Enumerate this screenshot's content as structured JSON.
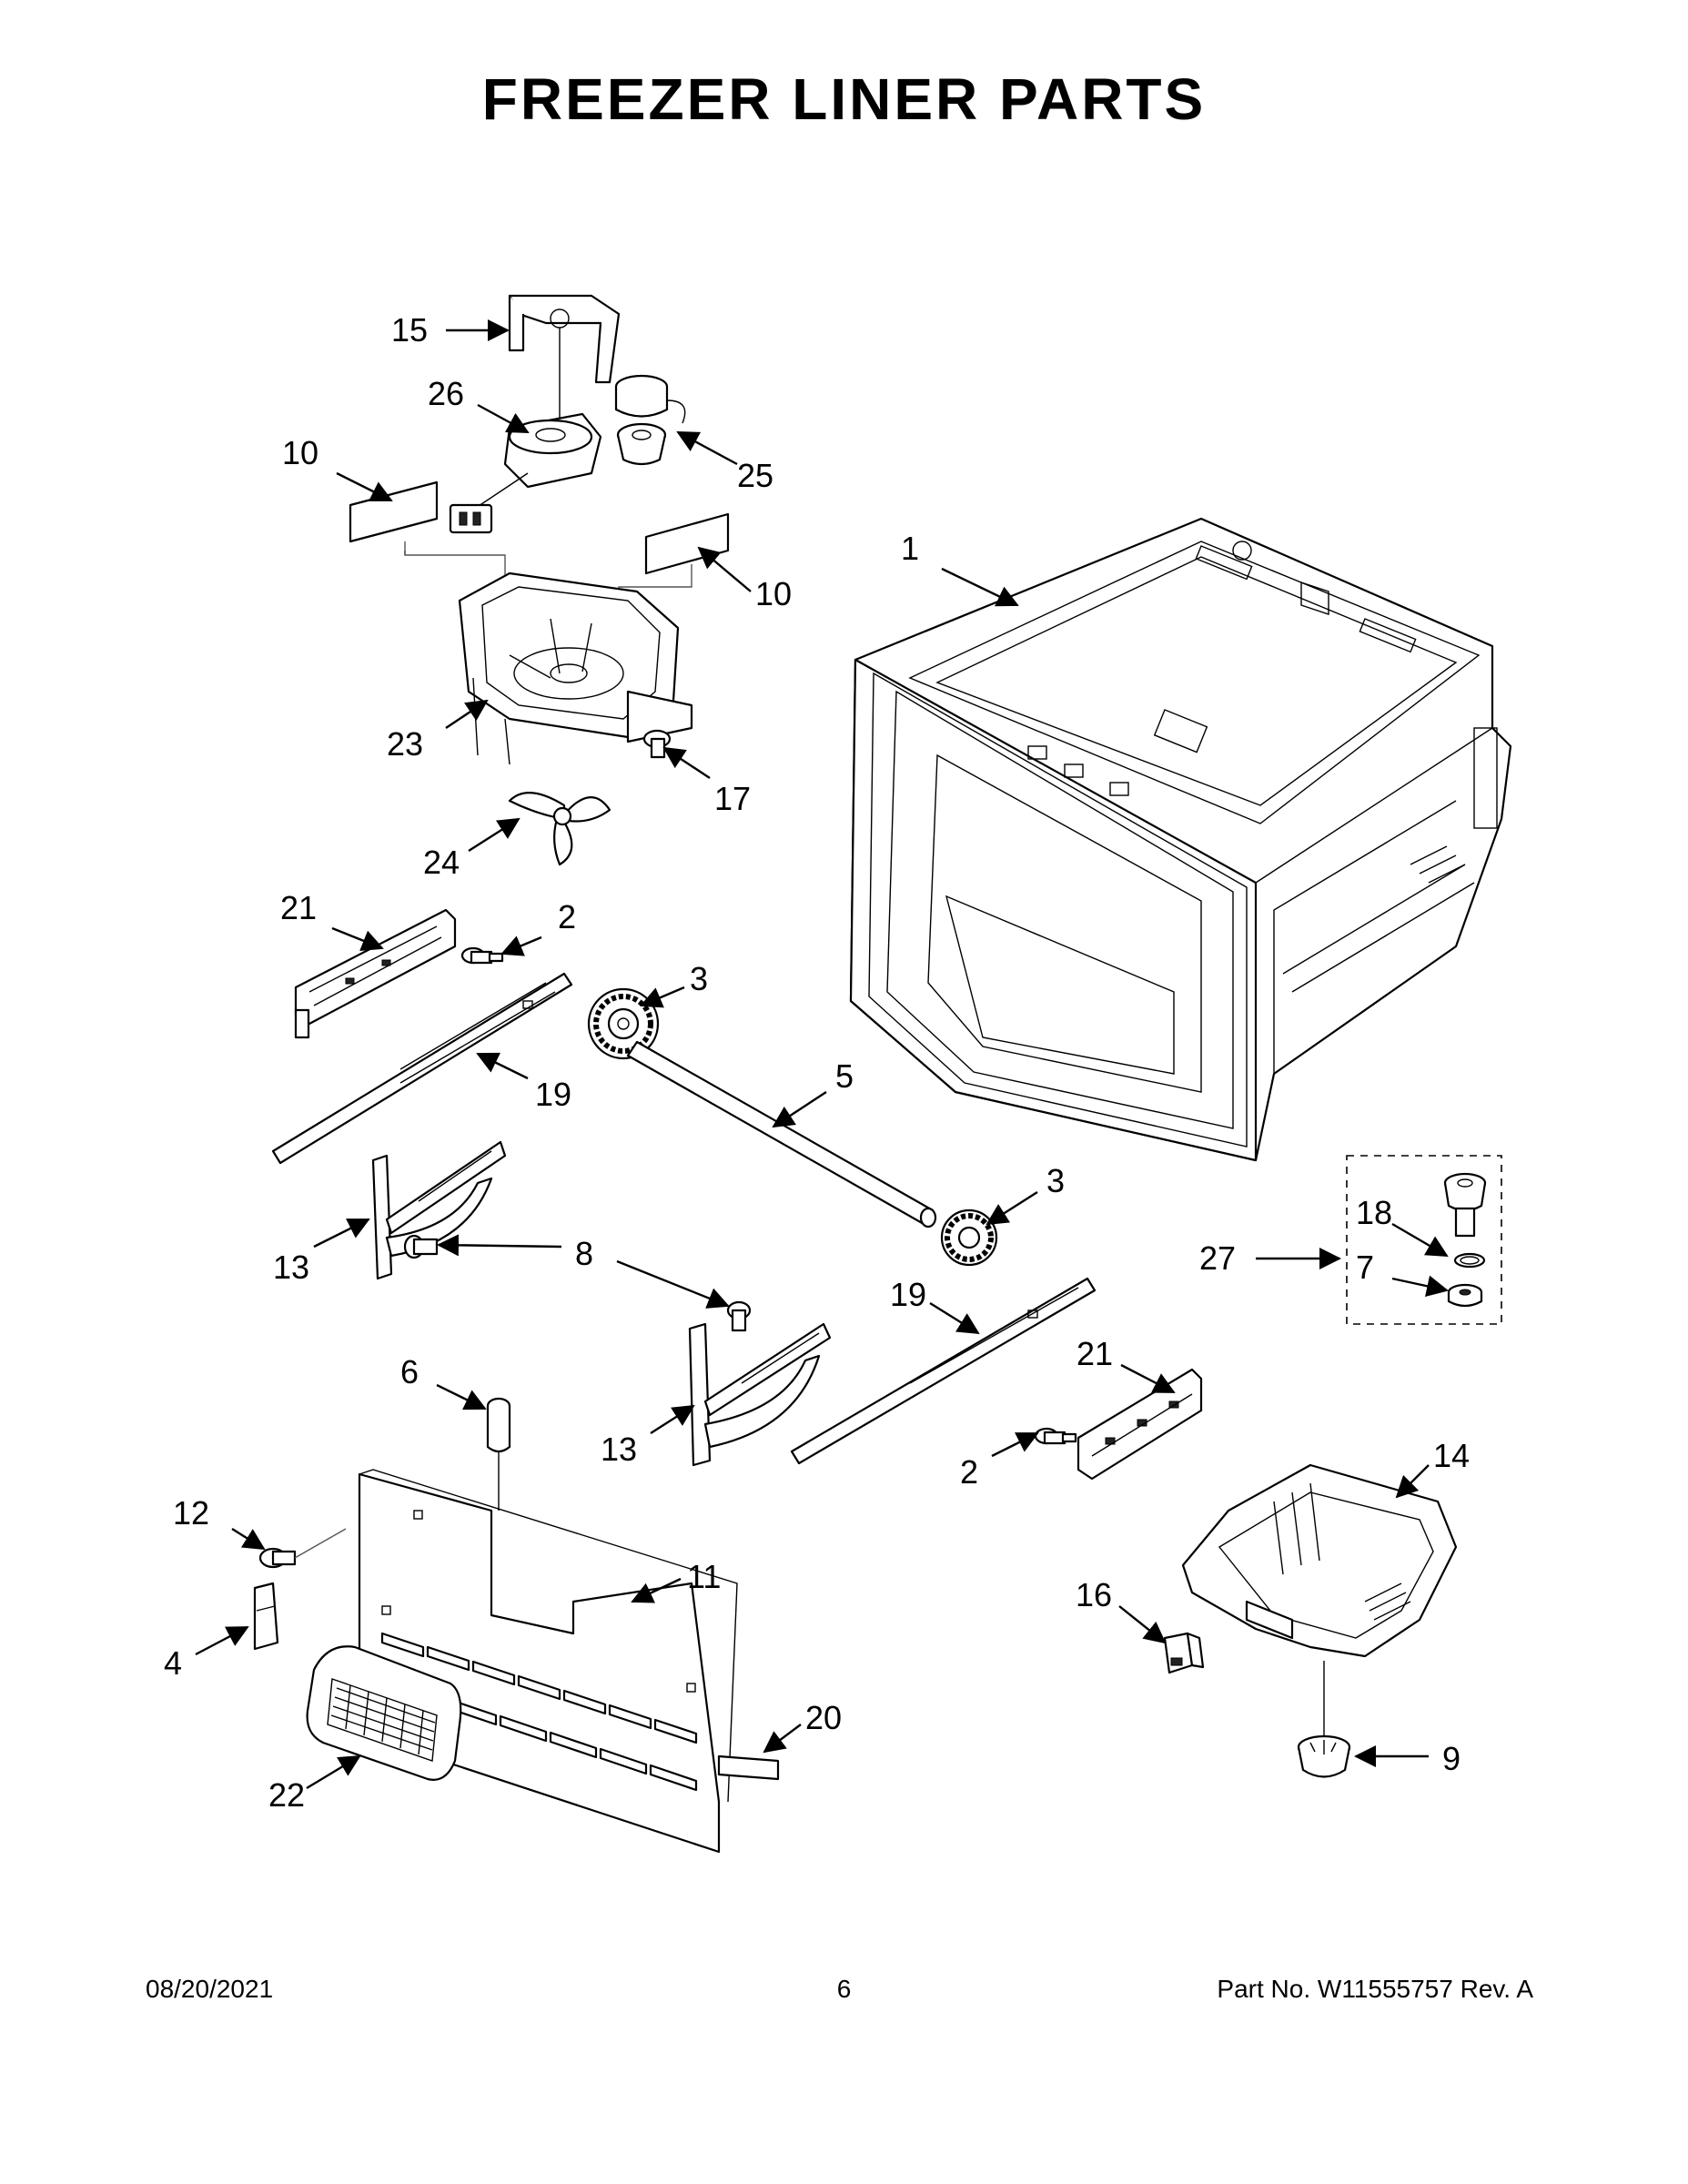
{
  "title": "FREEZER LINER PARTS",
  "footer": {
    "date": "08/20/2021",
    "page": "6",
    "part_number": "Part No.  W11555757  Rev.  A"
  },
  "callouts": [
    {
      "id": "c15",
      "label": "15"
    },
    {
      "id": "c26",
      "label": "26"
    },
    {
      "id": "c25",
      "label": "25"
    },
    {
      "id": "c10a",
      "label": "10"
    },
    {
      "id": "c10b",
      "label": "10"
    },
    {
      "id": "c1",
      "label": "1"
    },
    {
      "id": "c23",
      "label": "23"
    },
    {
      "id": "c17",
      "label": "17"
    },
    {
      "id": "c24",
      "label": "24"
    },
    {
      "id": "c21a",
      "label": "21"
    },
    {
      "id": "c2a",
      "label": "2"
    },
    {
      "id": "c3a",
      "label": "3"
    },
    {
      "id": "c19a",
      "label": "19"
    },
    {
      "id": "c5",
      "label": "5"
    },
    {
      "id": "c3b",
      "label": "3"
    },
    {
      "id": "c13a",
      "label": "13"
    },
    {
      "id": "c8",
      "label": "8"
    },
    {
      "id": "c18",
      "label": "18"
    },
    {
      "id": "c27",
      "label": "27"
    },
    {
      "id": "c7",
      "label": "7"
    },
    {
      "id": "c19b",
      "label": "19"
    },
    {
      "id": "c6",
      "label": "6"
    },
    {
      "id": "c21b",
      "label": "21"
    },
    {
      "id": "c13b",
      "label": "13"
    },
    {
      "id": "c2b",
      "label": "2"
    },
    {
      "id": "c14",
      "label": "14"
    },
    {
      "id": "c12",
      "label": "12"
    },
    {
      "id": "c11",
      "label": "11"
    },
    {
      "id": "c16",
      "label": "16"
    },
    {
      "id": "c4",
      "label": "4"
    },
    {
      "id": "c20",
      "label": "20"
    },
    {
      "id": "c9",
      "label": "9"
    },
    {
      "id": "c22",
      "label": "22"
    }
  ]
}
